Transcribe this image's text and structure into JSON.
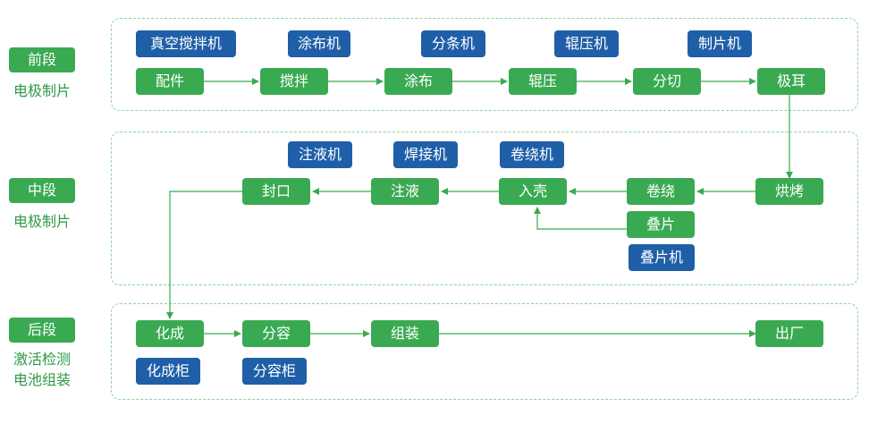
{
  "stages": {
    "front": {
      "tag": "前段",
      "desc": "电极制片"
    },
    "middle": {
      "tag": "中段",
      "desc": "电极制片"
    },
    "back": {
      "tag": "后段",
      "desc_line1": "激活检测",
      "desc_line2": "电池组装"
    }
  },
  "front_steps": [
    "配件",
    "搅拌",
    "涂布",
    "辊压",
    "分切",
    "极耳"
  ],
  "front_machines": [
    "真空搅拌机",
    "涂布机",
    "分条机",
    "辊压机",
    "制片机"
  ],
  "middle_steps": [
    "封口",
    "注液",
    "入壳",
    "卷绕",
    "烘烤",
    "叠片"
  ],
  "middle_machines": [
    "注液机",
    "焊接机",
    "卷绕机",
    "叠片机"
  ],
  "back_steps": [
    "化成",
    "分容",
    "组装",
    "出厂"
  ],
  "back_machines": [
    "化成柜",
    "分容柜"
  ],
  "colors": {
    "step_green": "#3aaa52",
    "machine_blue": "#1f5fa8",
    "section_border": "#8fd39a",
    "arrow": "#3aaa52"
  }
}
